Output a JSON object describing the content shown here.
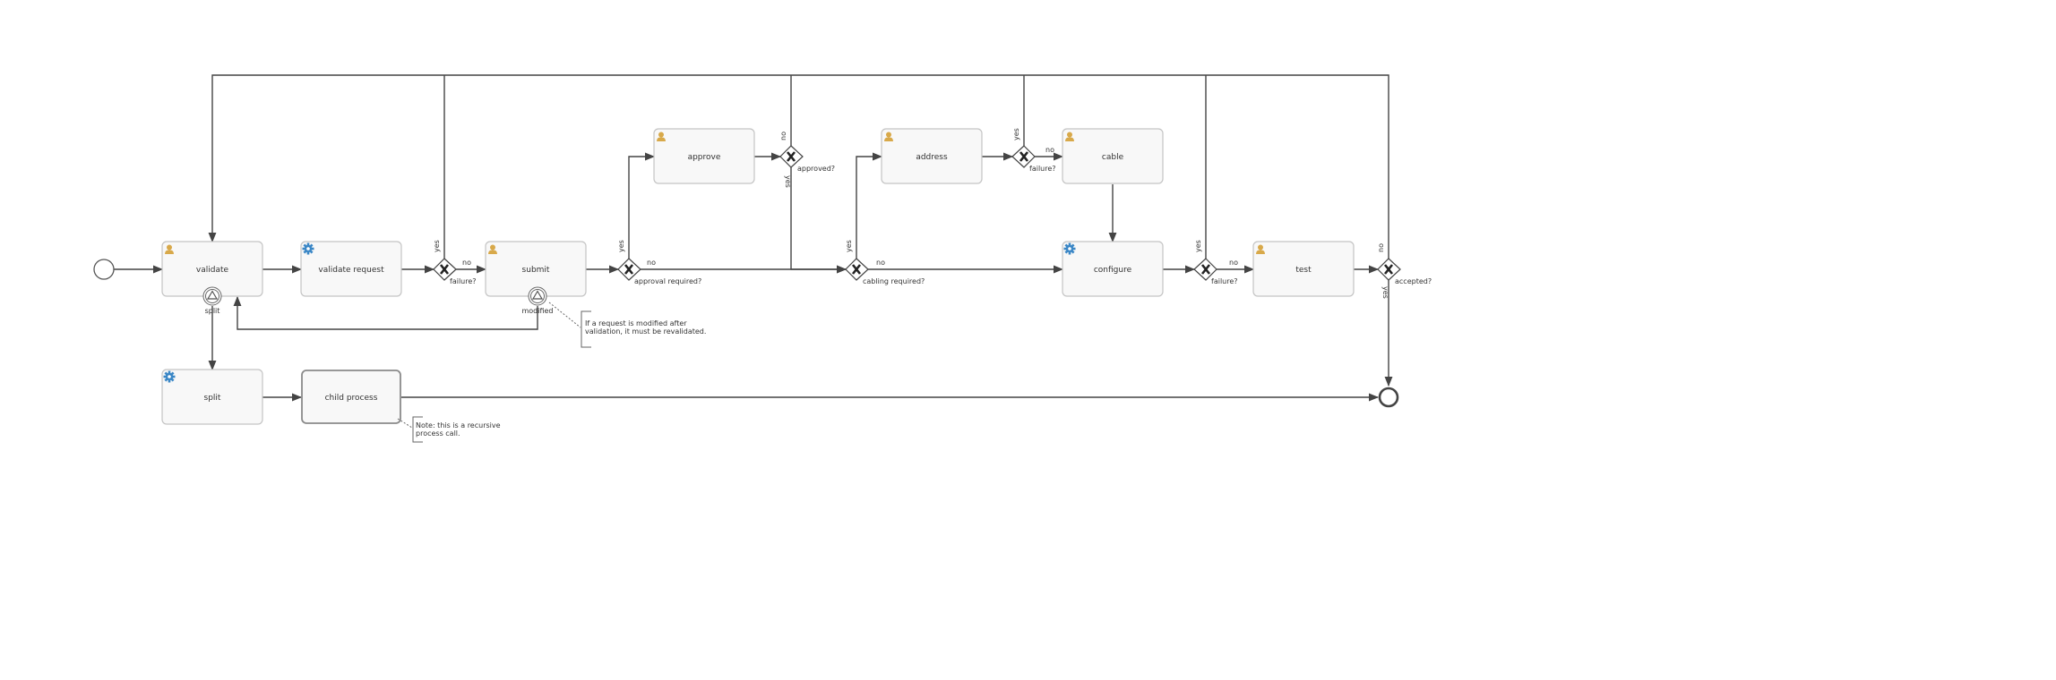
{
  "tasks": {
    "validate": {
      "label": "validate",
      "kind": "user"
    },
    "validate_request": {
      "label": "validate request",
      "kind": "service"
    },
    "submit": {
      "label": "submit",
      "kind": "user"
    },
    "approve": {
      "label": "approve",
      "kind": "user"
    },
    "address": {
      "label": "address",
      "kind": "user"
    },
    "cable": {
      "label": "cable",
      "kind": "user"
    },
    "configure": {
      "label": "configure",
      "kind": "service"
    },
    "test": {
      "label": "test",
      "kind": "user"
    },
    "split": {
      "label": "split",
      "kind": "service"
    },
    "child_process": {
      "label": "child process",
      "kind": "call-activity"
    }
  },
  "gateways": {
    "failure1": {
      "label": "failure?"
    },
    "approval_required": {
      "label": "approval required?"
    },
    "approved": {
      "label": "approved?"
    },
    "cabling_required": {
      "label": "cabling required?"
    },
    "failure2": {
      "label": "failure?"
    },
    "failure3": {
      "label": "failure?"
    },
    "accepted": {
      "label": "accepted?"
    }
  },
  "boundary_events": {
    "split": {
      "label": "split"
    },
    "modified": {
      "label": "modified"
    }
  },
  "edge_labels": {
    "yes": "yes",
    "no": "no"
  },
  "annotations": {
    "revalidate": {
      "line1": "If a request is modified after",
      "line2": "validation, it must be revalidated."
    },
    "recursive": {
      "line1": "Note: this is a recursive",
      "line2": "process call."
    }
  },
  "colors": {
    "user_icon": "#d8a94a",
    "service_icon": "#3b87c6",
    "task_fill": "#f8f8f8",
    "flow": "#444444"
  }
}
